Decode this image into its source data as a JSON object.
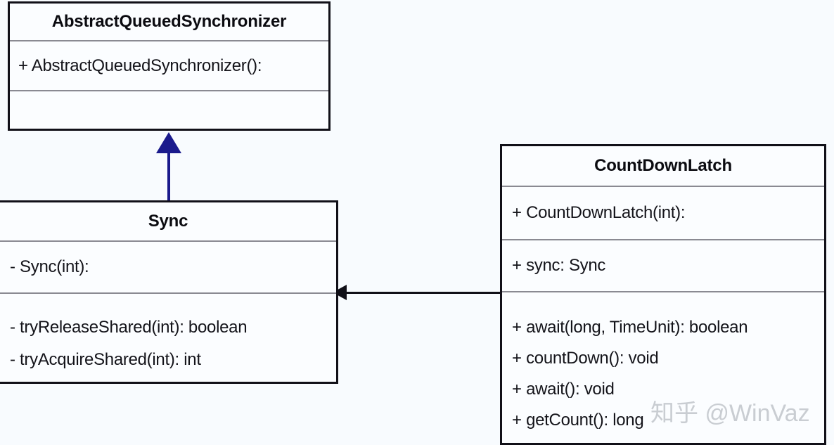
{
  "diagram": {
    "type": "uml-class-diagram",
    "background_color": "#f8fbfe",
    "classes": [
      {
        "id": "abstract-queued-synchronizer",
        "name": "AbstractQueuedSynchronizer",
        "constructors": [
          "+ AbstractQueuedSynchronizer():"
        ],
        "fields": [],
        "methods": []
      },
      {
        "id": "sync",
        "name": "Sync",
        "constructors": [
          "- Sync(int):"
        ],
        "fields": [],
        "methods": [
          "- tryReleaseShared(int): boolean",
          "- tryAcquireShared(int): int"
        ]
      },
      {
        "id": "count-down-latch",
        "name": "CountDownLatch",
        "constructors": [
          "+ CountDownLatch(int):"
        ],
        "fields": [
          "+ sync: Sync"
        ],
        "methods": [
          "+ await(long, TimeUnit): boolean",
          "+ countDown(): void",
          "+ await(): void",
          "+ getCount(): long"
        ]
      }
    ],
    "relationships": [
      {
        "id": "sync-extends-aqs",
        "kind": "generalization",
        "from": "sync",
        "to": "abstract-queued-synchronizer",
        "color": "#1a1a8c",
        "arrowhead": "filled-triangle"
      },
      {
        "id": "countdownlatch-uses-sync",
        "kind": "association",
        "from": "count-down-latch",
        "to": "sync",
        "color": "#111018",
        "arrowhead": "open-arrow"
      }
    ]
  },
  "watermark": {
    "text": "知乎 @WinVaz",
    "color": "#c9cdd2"
  }
}
